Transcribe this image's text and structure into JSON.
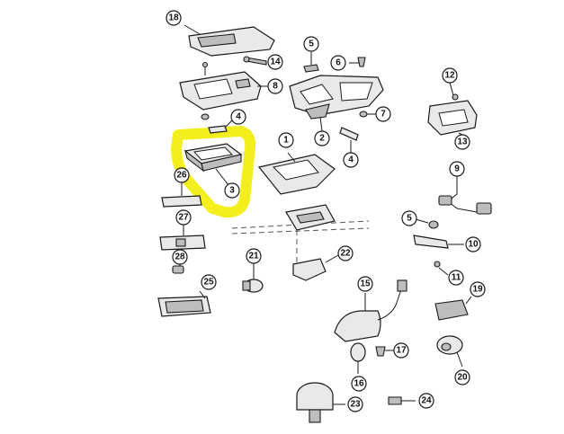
{
  "diagram": {
    "highlight_color": "#f4ef1c",
    "line_color": "#1a1a1a",
    "callouts": {
      "c18": "18",
      "c14": "14",
      "c5a": "5",
      "c6": "6",
      "c8": "8",
      "c4a": "4",
      "c7": "7",
      "c2": "2",
      "c1": "1",
      "c12": "12",
      "c13": "13",
      "c4b": "4",
      "c26": "26",
      "c3": "3",
      "c9": "9",
      "c27": "27",
      "c5b": "5",
      "c10": "10",
      "c28": "28",
      "c21": "21",
      "c22": "22",
      "c11": "11",
      "c25": "25",
      "c15": "15",
      "c19": "19",
      "c17": "17",
      "c16": "16",
      "c20": "20",
      "c23": "23",
      "c24": "24"
    }
  }
}
